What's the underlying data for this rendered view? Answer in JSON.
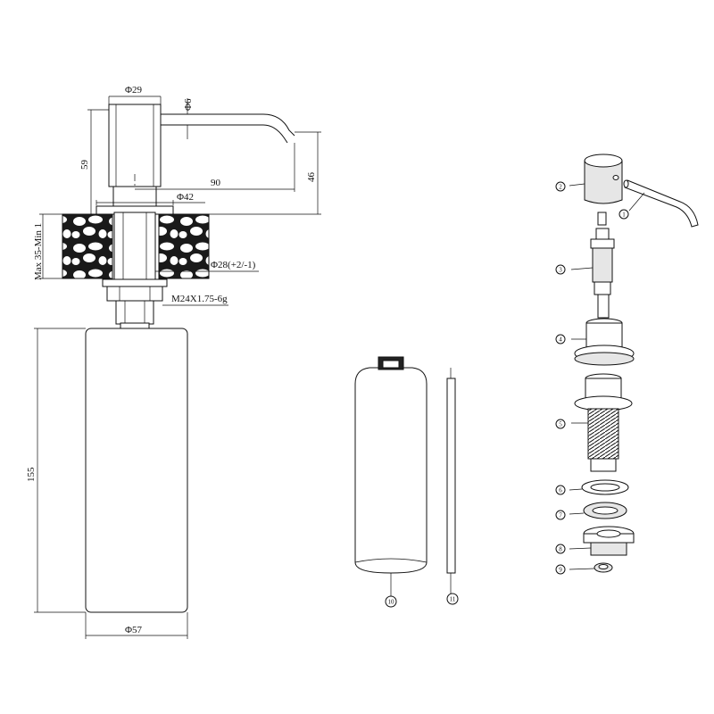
{
  "dimensions": {
    "head_diameter": "Φ29",
    "spout_diameter": "Φ6",
    "head_height": "59",
    "spout_length": "90",
    "spout_height": "46",
    "flange_diameter": "Φ42",
    "countertop_thickness": "Max 35-Min 1",
    "hole_diameter": "Φ28(+2/-1)",
    "thread_spec": "M24X1.75-6g",
    "bottle_height": "155",
    "bottle_diameter": "Φ57"
  },
  "callouts": [
    "1",
    "2",
    "3",
    "4",
    "5",
    "6",
    "7",
    "8",
    "9",
    "10",
    "11"
  ],
  "colors": {
    "line": "#111111",
    "background": "#ffffff",
    "stone": "#1a1a1a"
  }
}
